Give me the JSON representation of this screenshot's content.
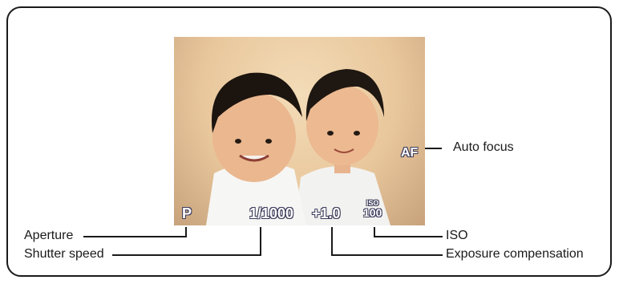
{
  "display": {
    "mode": "P",
    "shutter": "1/1000",
    "exposure": "+1.0",
    "iso_label": "ISO",
    "iso_value": "100",
    "focus": "AF"
  },
  "callouts": {
    "aperture": "Aperture",
    "shutter_speed": "Shutter speed",
    "iso": "ISO",
    "exposure_compensation": "Exposure compensation",
    "auto_focus": "Auto focus"
  }
}
